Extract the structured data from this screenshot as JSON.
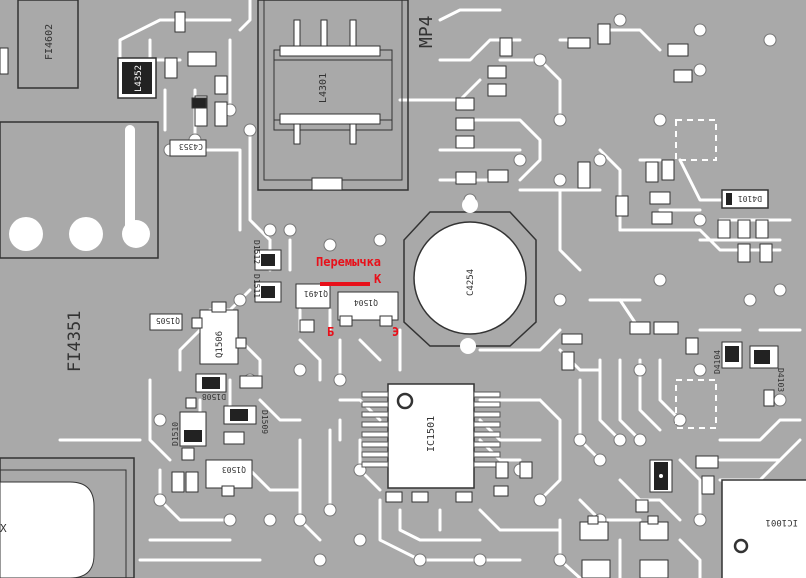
{
  "board_labels": {
    "fi4602": "FI4602",
    "l4352": "L4352",
    "c4353": "C4353",
    "l4301": "L4301",
    "mp4": "MP4",
    "fi4351": "FI4351",
    "c4254": "C4254",
    "d1512": "D1512",
    "d1511": "D1511",
    "q1491": "Q1491",
    "q1504": "Q1504",
    "q1506": "Q1506",
    "q1505": "Q1505",
    "d1508": "D1508",
    "d1509": "D1509",
    "d1510": "D1510",
    "q1503": "Q1503",
    "ic1501": "IC1501",
    "d4104": "D4104",
    "d4103": "D4103",
    "ic1001": "IC1001",
    "d4101": "D4101",
    "x_mark": "X"
  },
  "annotations": {
    "jumper": "Перемычка",
    "collector": "К",
    "base": "Б",
    "emitter": "Э"
  },
  "colors": {
    "board": "#a9a9a9",
    "trace": "#ffffff",
    "ink": "#333333",
    "annotation": "#e8101a"
  }
}
